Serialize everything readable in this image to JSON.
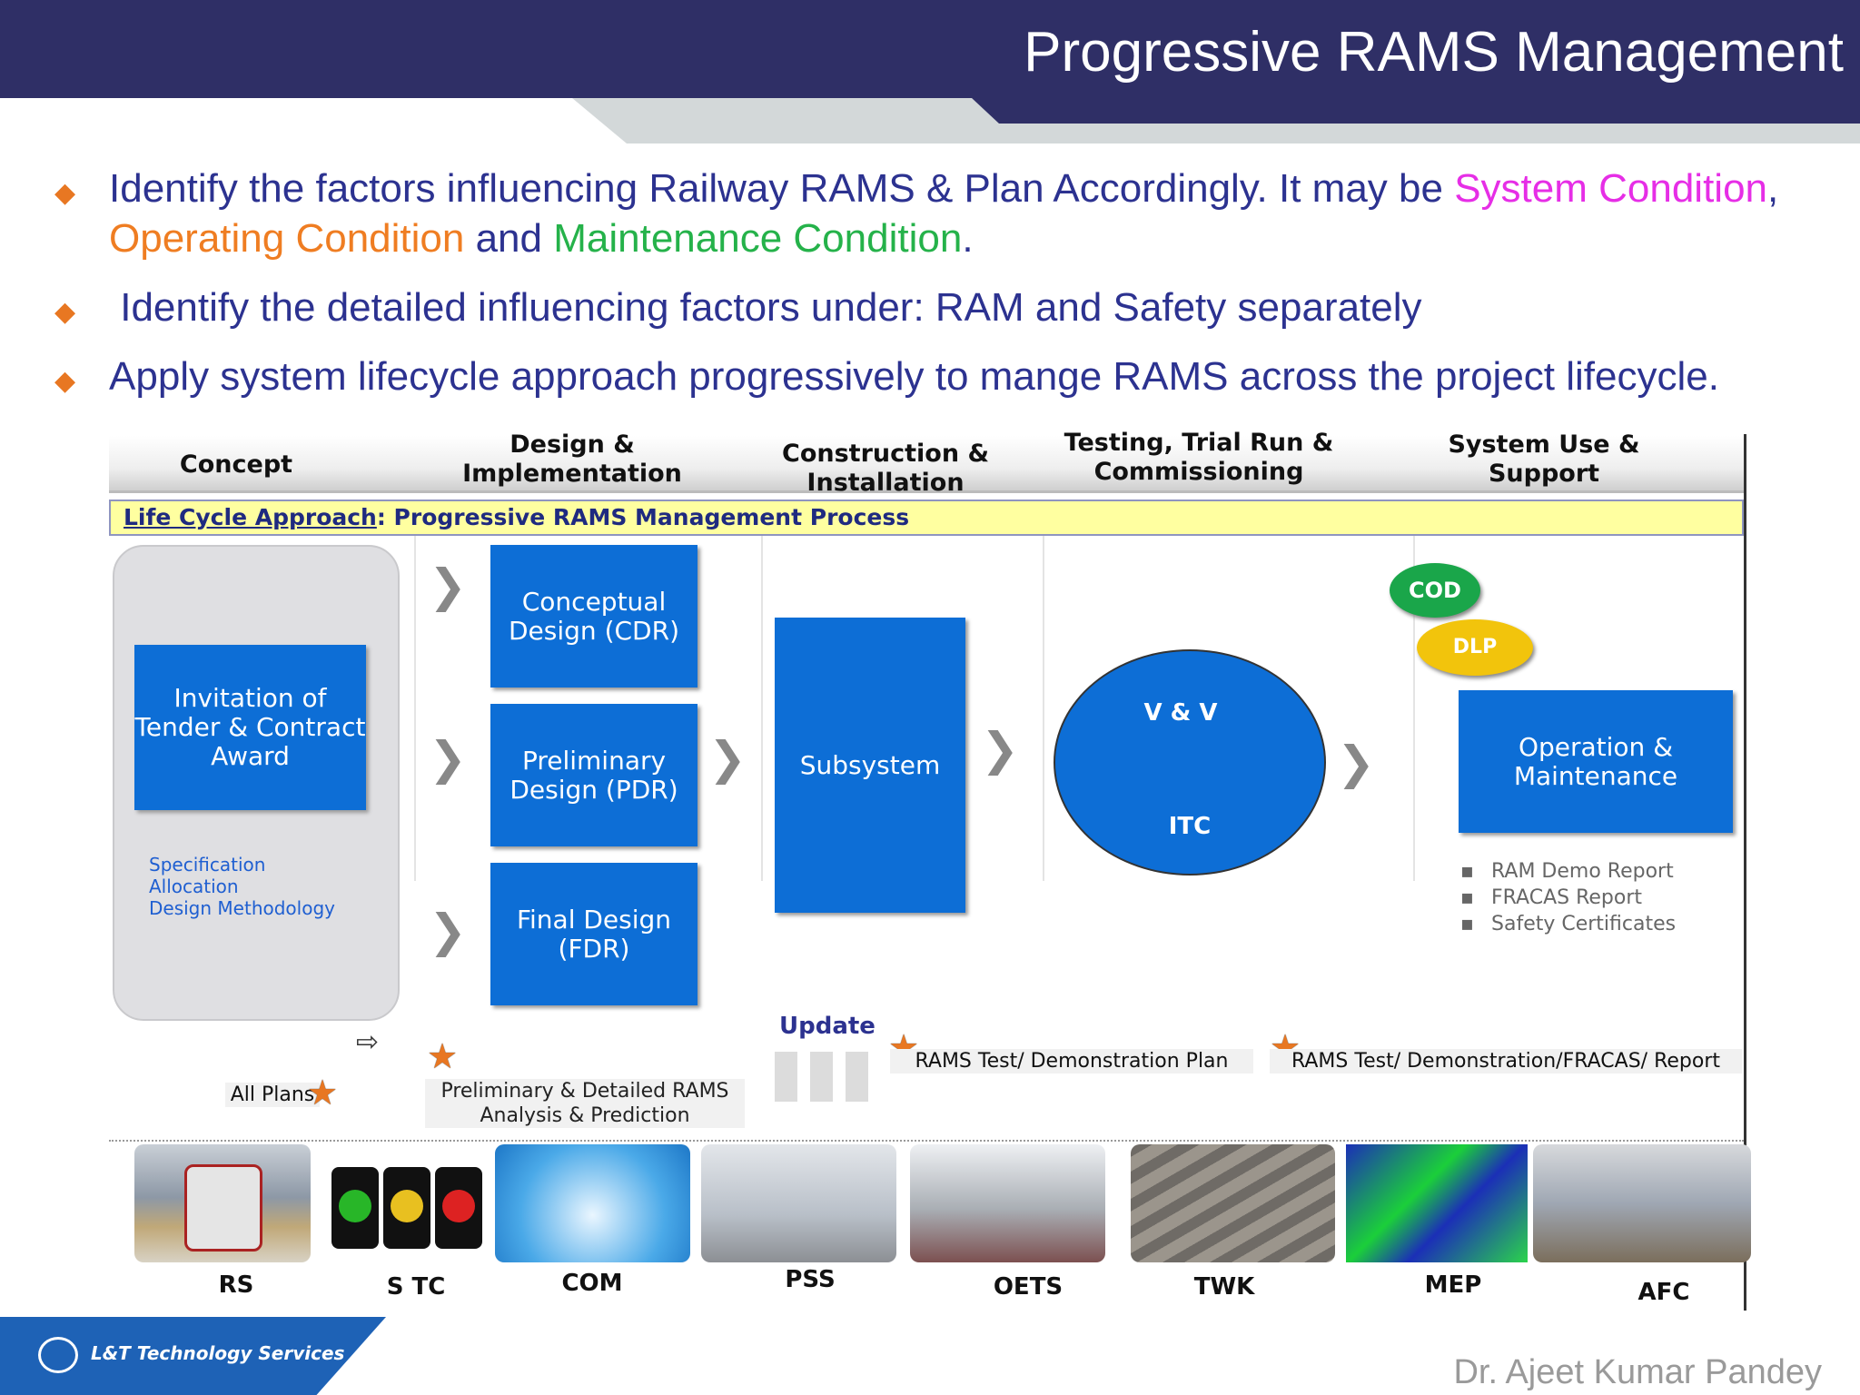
{
  "title": "Progressive RAMS Management",
  "bullets": {
    "b1_part1": "Identify the factors influencing Railway RAMS & Plan Accordingly. It may be ",
    "b1_system": "System Condition",
    "b1_comma": ",",
    "b1_operating": "Operating Condition",
    "b1_and": " and ",
    "b1_maintenance": "Maintenance Condition",
    "b1_end": ".",
    "b2": " Identify the detailed influencing factors under: RAM and Safety separately",
    "b3": "Apply system lifecycle approach progressively to mange RAMS across the project lifecycle."
  },
  "phases": {
    "p1": "Concept",
    "p2": "Design & Implementation",
    "p3": "Construction & Installation",
    "p4": "Testing, Trial Run & Commissioning",
    "p5": "System Use & Support"
  },
  "lifecycle_bar": {
    "underlined": "Life Cycle Approach",
    "rest": ": Progressive RAMS Management Process"
  },
  "boxes": {
    "itt": "Invitation of Tender & Contract Award",
    "cdr": "Conceptual Design (CDR)",
    "pdr": "Preliminary Design (PDR)",
    "fdr": "Final Design (FDR)",
    "subsystem": "Subsystem",
    "vv": "V & V",
    "itc": "ITC",
    "om": "Operation & Maintenance",
    "cod": "COD",
    "dlp": "DLP"
  },
  "concept_notes": [
    "Specification",
    "Allocation",
    "Design Methodology"
  ],
  "om_list": [
    "RAM Demo Report",
    "FRACAS Report",
    "Safety Certificates"
  ],
  "bottom_labels": {
    "all_plans": "All Plans",
    "prelim": "Preliminary & Detailed RAMS Analysis  & Prediction",
    "update": "Update",
    "rams_test_plan": "RAMS Test/ Demonstration Plan",
    "rams_test_report": "RAMS Test/ Demonstration/FRACAS/ Report"
  },
  "systems": [
    "RS",
    "S TC",
    "COM",
    "PSS",
    "OETS",
    "TWK",
    "MEP",
    "AFC"
  ],
  "footer": {
    "logo": "L&T Technology Services",
    "author": "Dr. Ajeet Kumar Pandey"
  },
  "colors": {
    "header": "#2f2f66",
    "box_blue": "#0d6ed6",
    "cod_green": "#1aa64a",
    "dlp_yellow": "#f2c40c",
    "bullet_orange": "#e87722"
  }
}
